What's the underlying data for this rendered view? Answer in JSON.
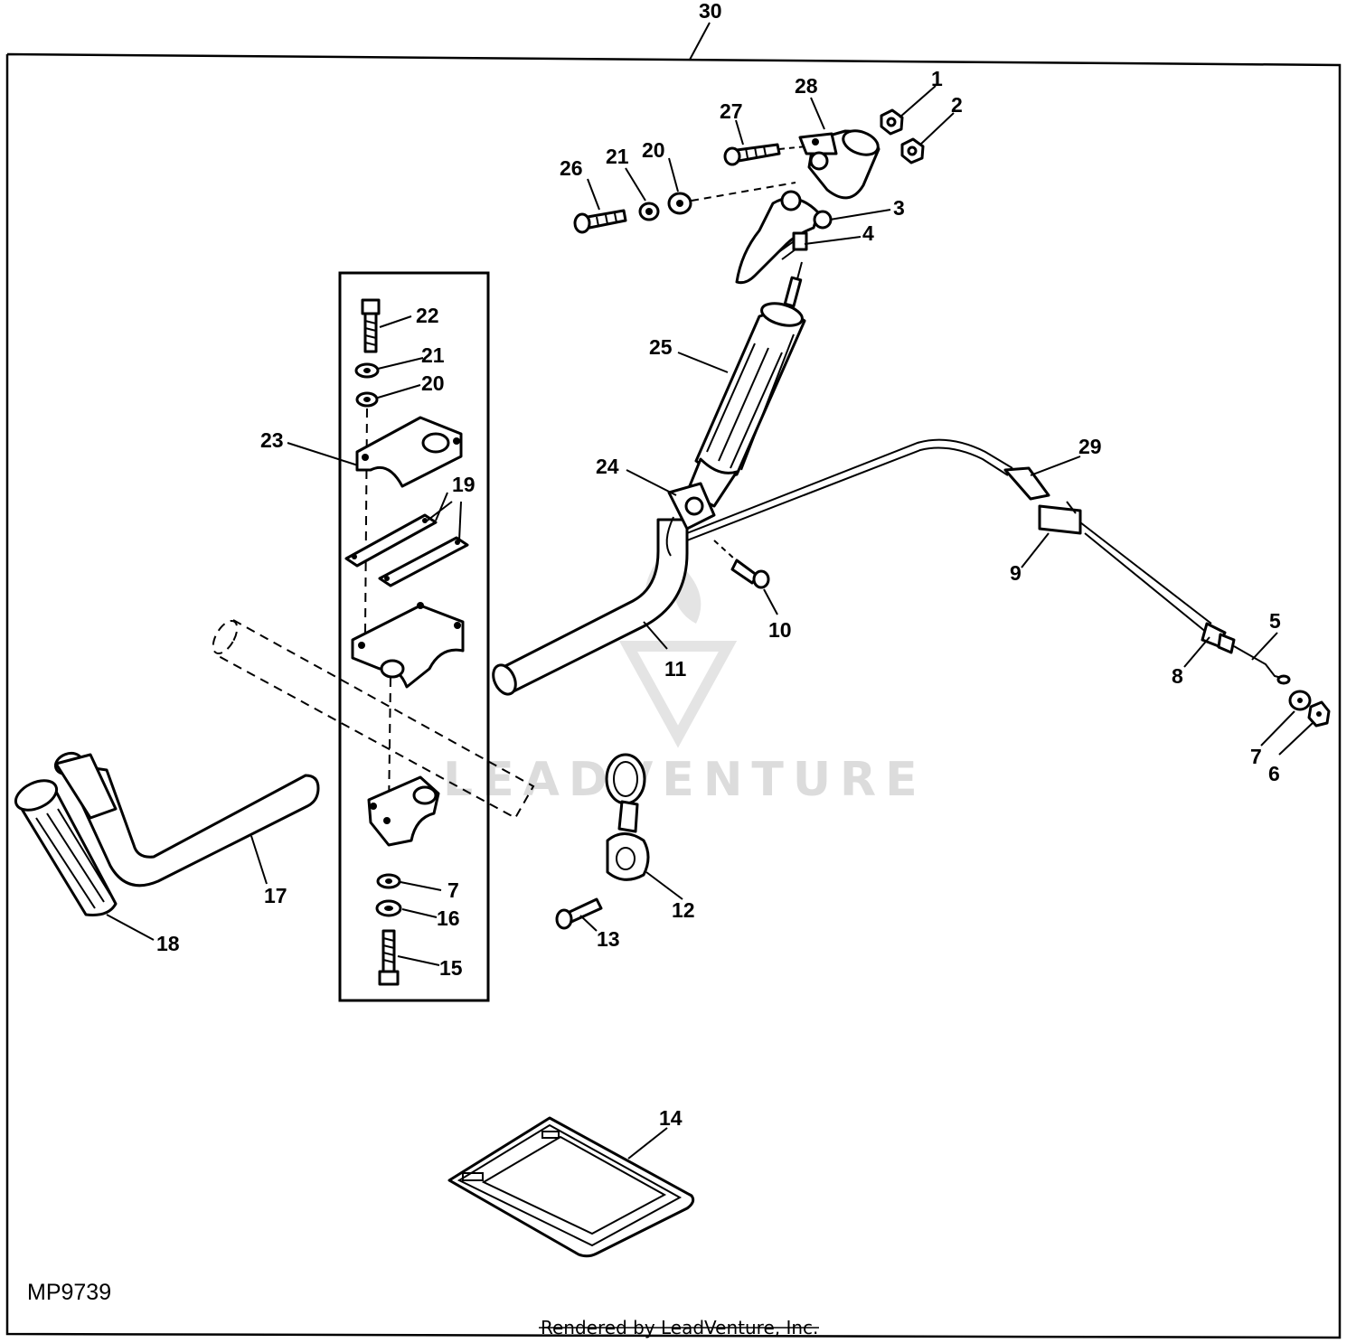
{
  "diagram": {
    "figure_id": "MP9739",
    "credit": "Rendered by LeadVenture, Inc.",
    "watermark": "LEADVENTURE",
    "callouts": {
      "c1": "1",
      "c2": "2",
      "c3": "3",
      "c4": "4",
      "c5": "5",
      "c6": "6",
      "c7a": "7",
      "c7b": "7",
      "c8": "8",
      "c9": "9",
      "c10": "10",
      "c11": "11",
      "c12": "12",
      "c13": "13",
      "c14": "14",
      "c15": "15",
      "c16": "16",
      "c17": "17",
      "c18": "18",
      "c19": "19",
      "c20a": "20",
      "c20b": "20",
      "c21a": "21",
      "c21b": "21",
      "c22": "22",
      "c23": "23",
      "c24": "24",
      "c25": "25",
      "c26": "26",
      "c27": "27",
      "c28": "28",
      "c29": "29",
      "c30": "30"
    }
  }
}
